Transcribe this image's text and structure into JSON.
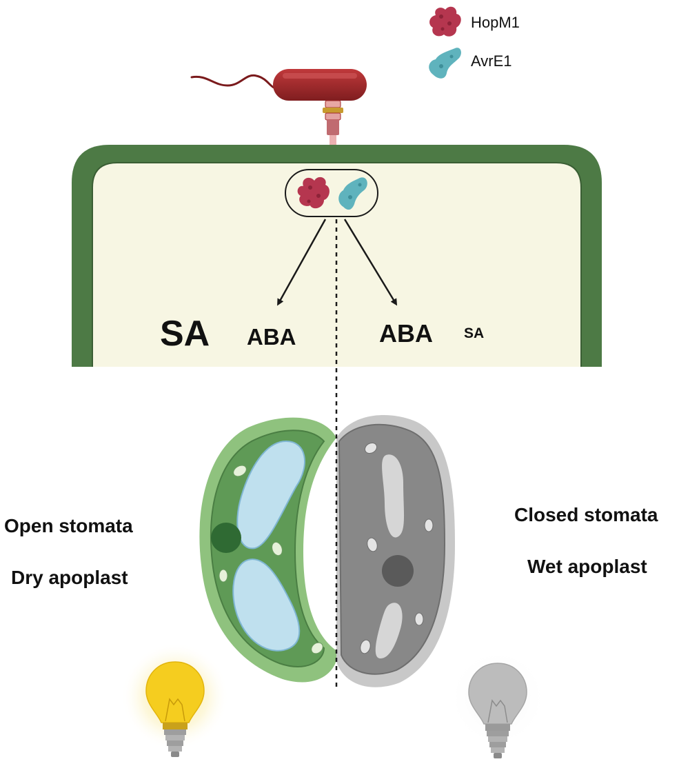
{
  "legend": {
    "items": [
      {
        "label": "HopM1",
        "color": "#b5364f"
      },
      {
        "label": "AvrE1",
        "color": "#5fb3bd"
      }
    ]
  },
  "cell": {
    "wall_color": "#4d7a45",
    "cytoplasm_color": "#f7f6e3",
    "left_labels": {
      "large": "SA",
      "small": "ABA"
    },
    "right_labels": {
      "large": "ABA",
      "small": "SA"
    }
  },
  "stomata": {
    "open_state": "Open stomata",
    "dry_state": "Dry apoplast",
    "closed_state": "Closed stomata",
    "wet_state": "Wet apoplast"
  },
  "colors": {
    "bacterium": "#a0282a",
    "guard_cell_green": "#6fa865",
    "guard_cell_grey": "#9a9a9a",
    "vacuole": "#bfe0ee",
    "bulb_on": "#f5cd1f",
    "bulb_off": "#bcbcbc"
  }
}
